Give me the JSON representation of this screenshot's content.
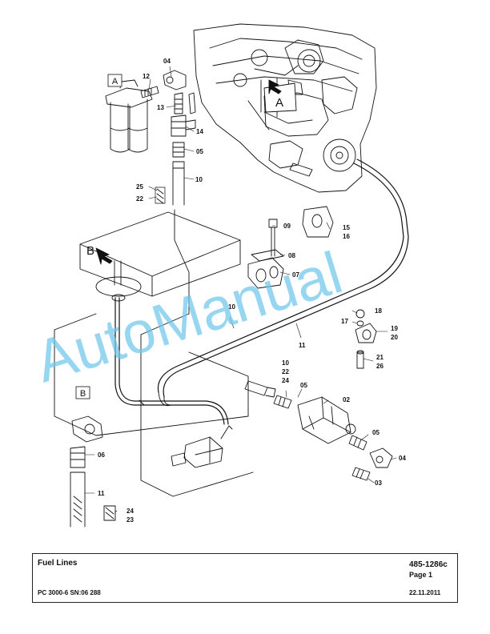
{
  "diagram": {
    "callouts": {
      "c04a": "04",
      "c12": "12",
      "c13": "13",
      "c14": "14",
      "c05a": "05",
      "c10a": "10",
      "c25": "25",
      "c22a": "22",
      "c09": "09",
      "c15": "15",
      "c16": "16",
      "c08": "08",
      "c07": "07",
      "c10b": "10",
      "c11a": "11",
      "c18": "18",
      "c17": "17",
      "c19": "19",
      "c20": "20",
      "c21": "21",
      "c26": "26",
      "c10c": "10",
      "c22b": "22",
      "c24a": "24",
      "c05b": "05",
      "c02": "02",
      "c05c": "05",
      "c04b": "04",
      "c03": "03",
      "c06": "06",
      "c11b": "11",
      "c24b": "24",
      "c23": "23"
    },
    "view_markers": {
      "box_a": "A",
      "box_b": "B",
      "arrow_a": "A",
      "arrow_b": "B"
    },
    "watermark": "AutoManual"
  },
  "footer": {
    "title": "Fuel Lines",
    "doc_number": "485-1286c",
    "page": "Page 1",
    "model": "PC 3000-6 SN:06 288",
    "date": "22.11.2011"
  }
}
